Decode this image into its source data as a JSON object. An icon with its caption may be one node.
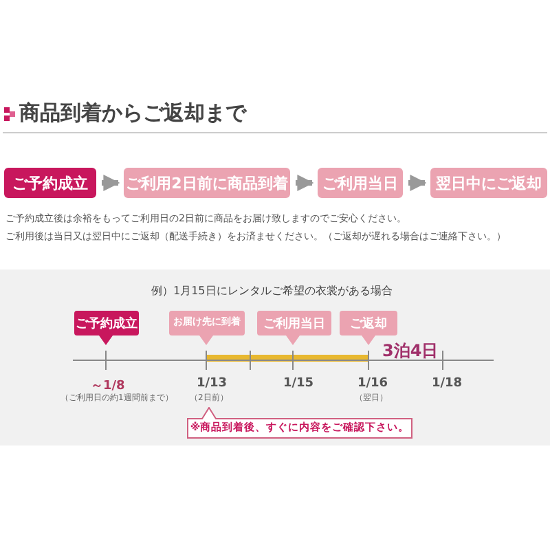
{
  "diagram": {
    "title": "商品到着からご返却まで",
    "nodes": [
      {
        "text": [
          "ご予約成立"
        ]
      },
      {
        "text": [
          "ご利用2日前に商品到着"
        ]
      },
      {
        "text": [
          "ご利用当日"
        ]
      },
      {
        "text": [
          "翌日中にご返却"
        ]
      },
      {
        "text": [
          "ご予約成立"
        ]
      },
      {
        "text": [
          "お届け先に到着"
        ]
      },
      {
        "text": [
          "ご利用当日"
        ]
      },
      {
        "text": [
          "ご返却"
        ]
      },
      {
        "text": [
          "※商品到着後、すぐに内容をご確認下さい。"
        ]
      }
    ],
    "edges": [
      {
        "from": 0,
        "to": 1,
        "arrow": "to"
      },
      {
        "from": 1,
        "to": 2,
        "arrow": "to"
      },
      {
        "from": 2,
        "to": 3,
        "arrow": "to"
      }
    ],
    "labels": [
      "ご予約成立後は余裕をもってご利用日の2日前に商品をお届け致しますのでご安心ください。",
      "ご利用後は当日又は翌日中にご返却（配送手続き）をお済ませください。（ご返却が遅れる場合はご連絡下さい。）",
      "例）1月15日にレンタルご希望の衣裳がある場合",
      "3泊4日",
      "～1/8",
      "（ご利用日の約1週間前まで）",
      "1/13",
      "（2日前）",
      "1/15",
      "1/16",
      "（翌日）",
      "1/18"
    ]
  }
}
